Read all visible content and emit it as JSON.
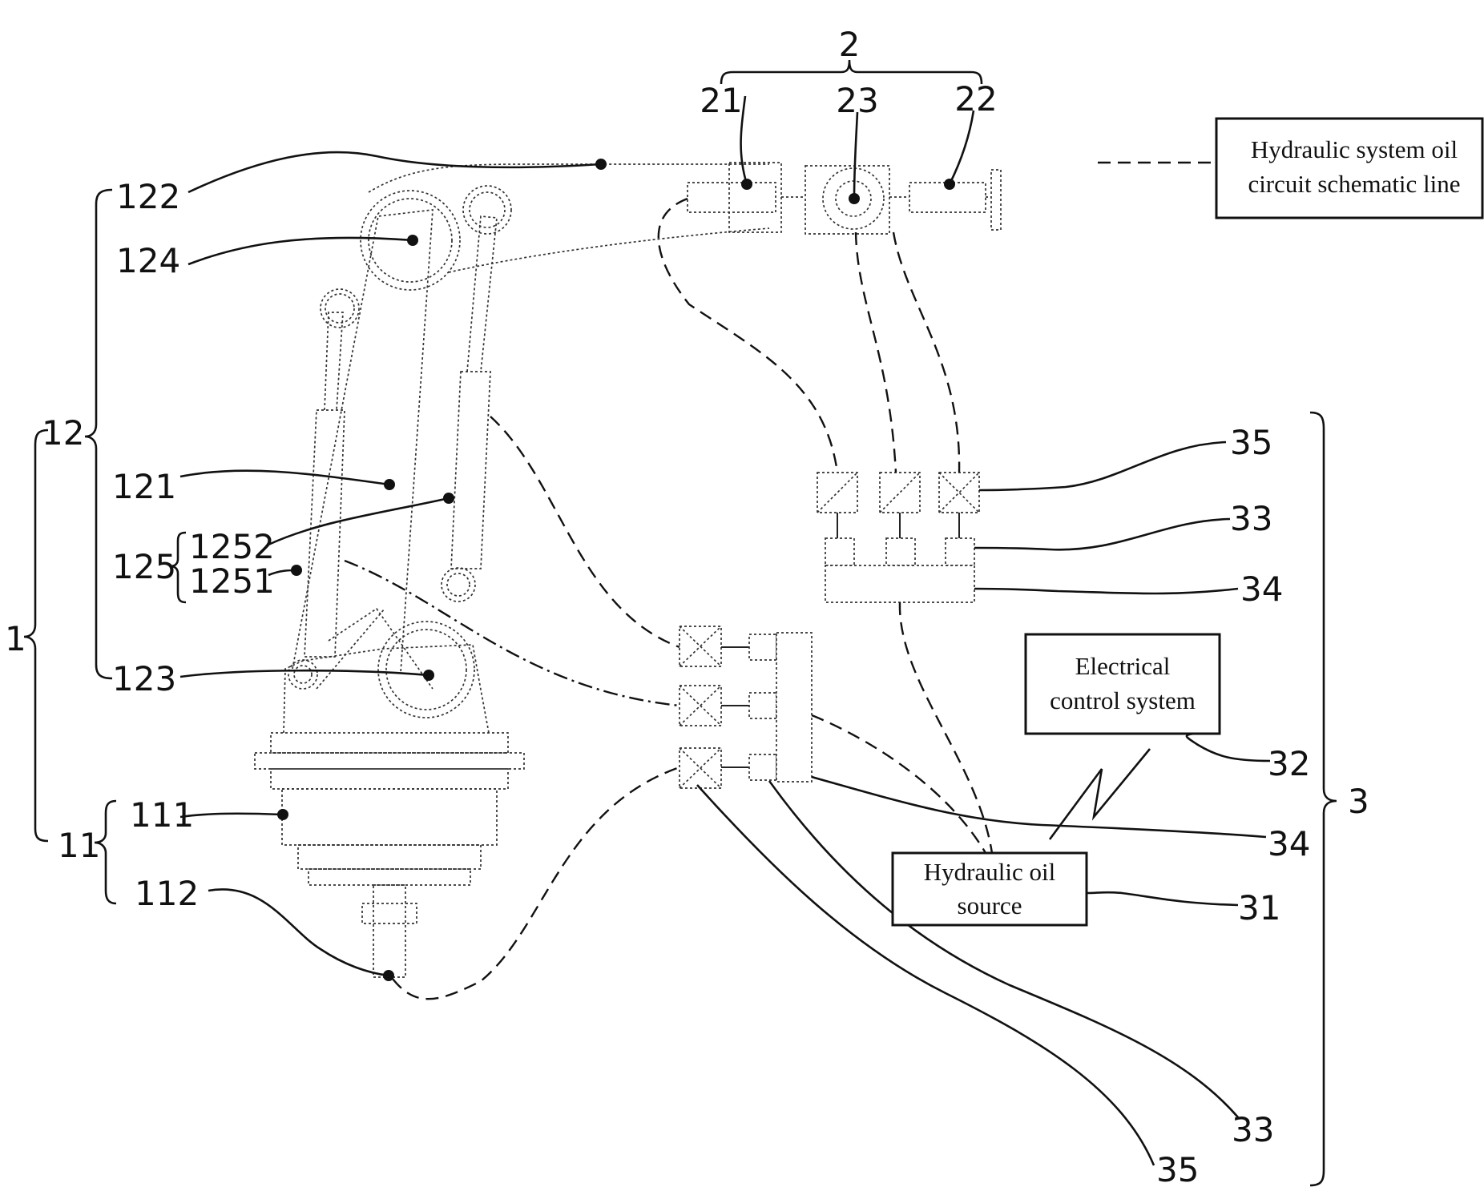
{
  "legend": {
    "line_label_1": "Hydraulic system oil",
    "line_label_2": "circuit schematic line"
  },
  "boxes": {
    "electrical_1": "Electrical",
    "electrical_2": "control system",
    "oil_source_1": "Hydraulic oil",
    "oil_source_2": "source"
  },
  "labels": {
    "l2": "2",
    "l21": "21",
    "l23": "23",
    "l22": "22",
    "l122": "122",
    "l124": "124",
    "l12": "12",
    "l121": "121",
    "l125": "125",
    "l1252": "1252",
    "l1251": "1251",
    "l1": "1",
    "l123": "123",
    "l111": "111",
    "l11": "11",
    "l112": "112",
    "l35a": "35",
    "l33a": "33",
    "l34a": "34",
    "l32": "32",
    "l3": "3",
    "l34b": "34",
    "l31": "31",
    "l33b": "33",
    "l35b": "35"
  }
}
